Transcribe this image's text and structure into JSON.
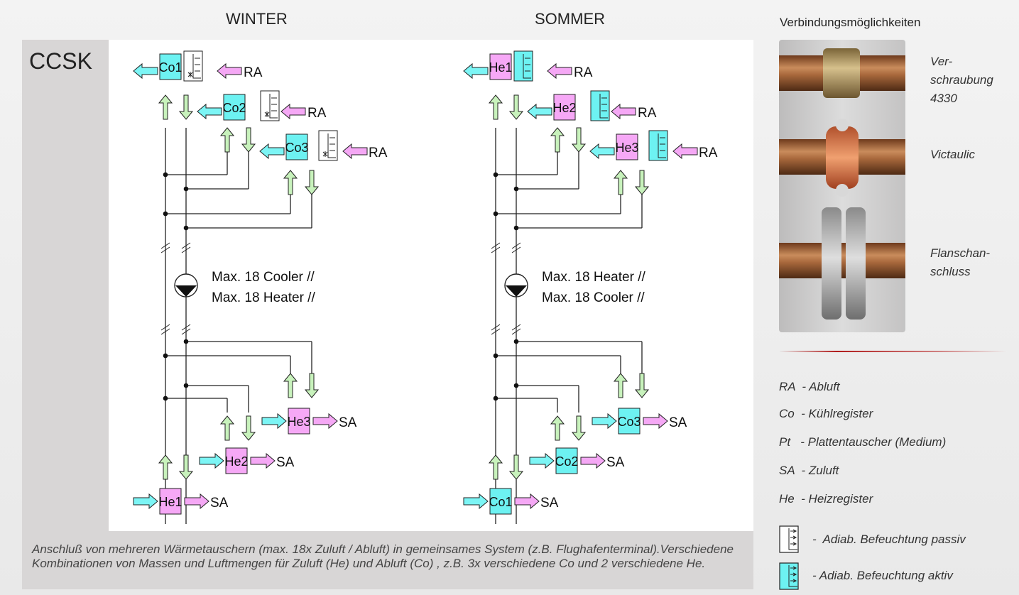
{
  "headers": {
    "winter": "WINTER",
    "sommer": "SOMMER",
    "connections_title": "Verbindungsmöglichkeiten"
  },
  "system_label": "CCSK",
  "colors": {
    "cooler": "#6df2f2",
    "heater": "#f6a8f6",
    "supply_arrow": "#7cf5f5",
    "exhaust_arrow": "#f5a8f5",
    "pipe_arrow": "#c8f2bc",
    "humidifier_active": "#6df2f2"
  },
  "winter": {
    "units": [
      {
        "label": "Co1",
        "type": "cooler",
        "air": "RA"
      },
      {
        "label": "Co2",
        "type": "cooler",
        "air": "RA"
      },
      {
        "label": "Co3",
        "type": "cooler",
        "air": "RA"
      },
      {
        "label": "He3",
        "type": "heater",
        "air": "SA"
      },
      {
        "label": "He2",
        "type": "heater",
        "air": "SA"
      },
      {
        "label": "He1",
        "type": "heater",
        "air": "SA"
      }
    ],
    "pump_text": [
      "Max. 18 Cooler //",
      "Max. 18 Heater //"
    ]
  },
  "sommer": {
    "units": [
      {
        "label": "He1",
        "type": "heater",
        "air": "RA"
      },
      {
        "label": "He2",
        "type": "heater",
        "air": "RA"
      },
      {
        "label": "He3",
        "type": "heater",
        "air": "RA"
      },
      {
        "label": "Co3",
        "type": "cooler",
        "air": "SA"
      },
      {
        "label": "Co2",
        "type": "cooler",
        "air": "SA"
      },
      {
        "label": "Co1",
        "type": "cooler",
        "air": "SA"
      }
    ],
    "pump_text": [
      "Max. 18 Heater //",
      "Max. 18 Cooler //"
    ]
  },
  "description": "Anschluß von mehreren Wärmetauschern (max. 18x Zuluft / Abluft) in gemeinsames System (z.B. Flughafenterminal).Verschiedene Kombinationen von Massen und Luftmengen für Zuluft (He) und Abluft (Co) , z.B. 3x verschiedene Co und 2 verschiedene He.",
  "connections": [
    {
      "label": "Ver-\nschraubung\n4330"
    },
    {
      "label": "Victaulic"
    },
    {
      "label": "Flanschan-\nschluss"
    }
  ],
  "legend": [
    {
      "text": "RA  - Abluft"
    },
    {
      "text": "Co  - Kühlregister"
    },
    {
      "text": "Pt   - Plattentauscher (Medium)"
    },
    {
      "text": "SA  - Zuluft"
    },
    {
      "text": "He  - Heizregister"
    }
  ],
  "humidifier_legend": [
    {
      "text": "-  Adiab. Befeuchtung passiv",
      "style": "passive"
    },
    {
      "text": "- Adiab. Befeuchtung aktiv",
      "style": "active"
    }
  ]
}
